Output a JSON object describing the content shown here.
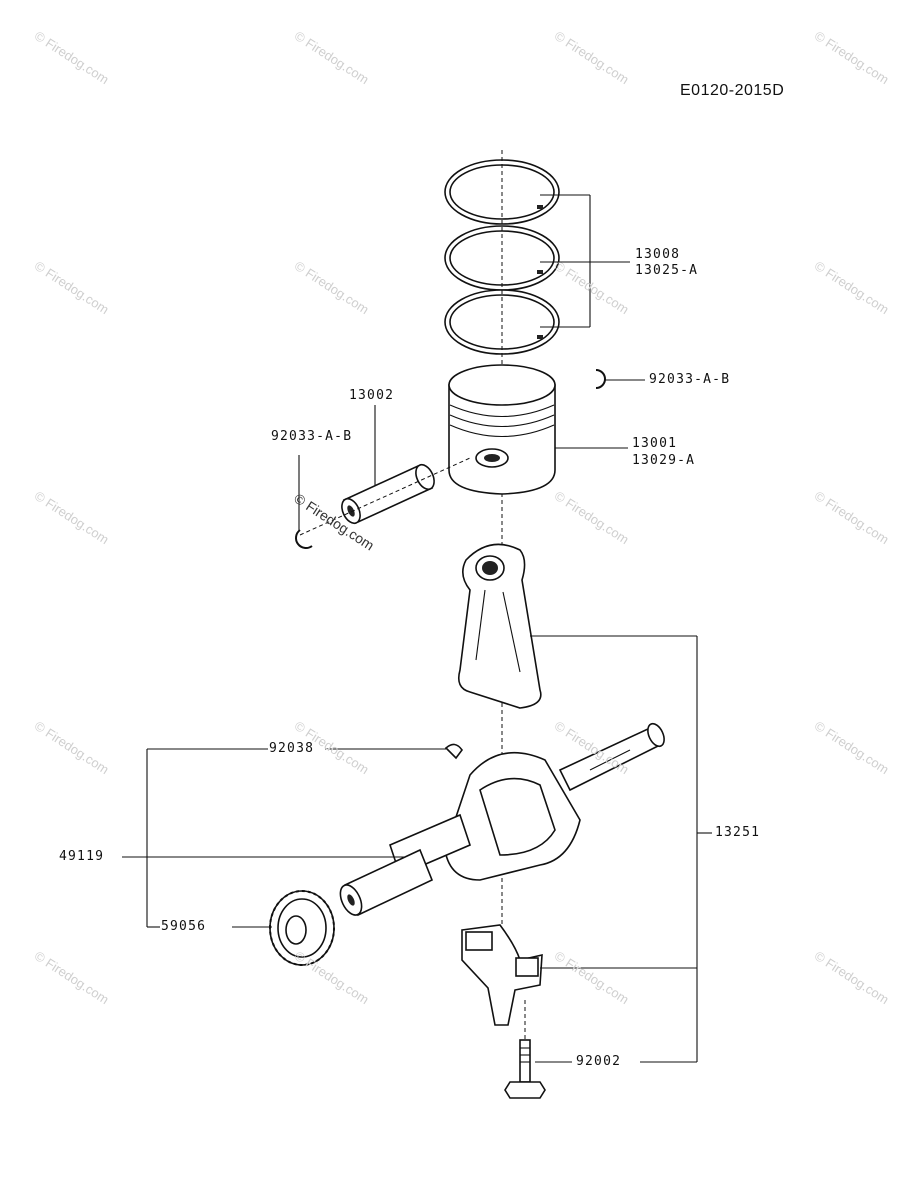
{
  "diagram_id": "E0120-2015D",
  "part_numbers": {
    "rings": "13008",
    "rings_alt": "13025-A",
    "circlip_right": "92033-A-B",
    "piston_pin": "13002",
    "circlip_left": "92033-A-B",
    "piston": "13001",
    "piston_alt": "13029-A",
    "key": "92038",
    "crankshaft": "49119",
    "gear": "59056",
    "connecting_rod": "13251",
    "bolt": "92002"
  },
  "watermark": {
    "text": "© Firedog.com"
  },
  "colors": {
    "line": "#111111",
    "watermark": "#cfcfcf"
  }
}
